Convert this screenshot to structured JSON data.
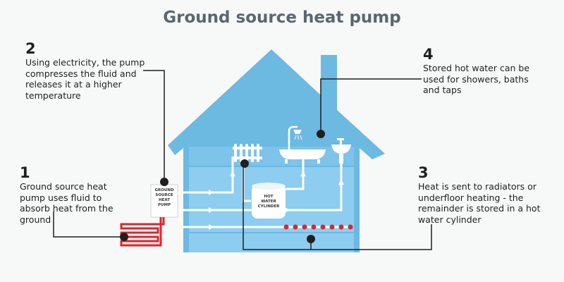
{
  "title": "Ground source heat pump",
  "steps": [
    {
      "number": "1",
      "text": "Ground source heat pump uses fluid to absorb heat from the ground"
    },
    {
      "number": "2",
      "text": "Using electricity, the pump compresses the fluid and releases it at a higher temperature"
    },
    {
      "number": "3",
      "text": "Heat is sent to radiators or underfloor heating - the remainder is stored in a hot water cylinder"
    },
    {
      "number": "4",
      "text": "Stored hot water can be used for showers, baths and taps"
    }
  ],
  "labels": {
    "pump_line1": "GROUND",
    "pump_line2": "SOURCE",
    "pump_line3": "HEAT",
    "pump_line4": "PUMP",
    "cylinder_line1": "HOT",
    "cylinder_line2": "WATER",
    "cylinder_line3": "CYLINDER"
  },
  "colors": {
    "house_outer": "#6cb9e2",
    "house_inner": "#8ccdf0",
    "pipe": "#ffffff",
    "ground_coil": "#e0242b",
    "underfloor_dots": "#e0242b",
    "leader_line": "#1f1f1f",
    "title": "#5a6670"
  }
}
